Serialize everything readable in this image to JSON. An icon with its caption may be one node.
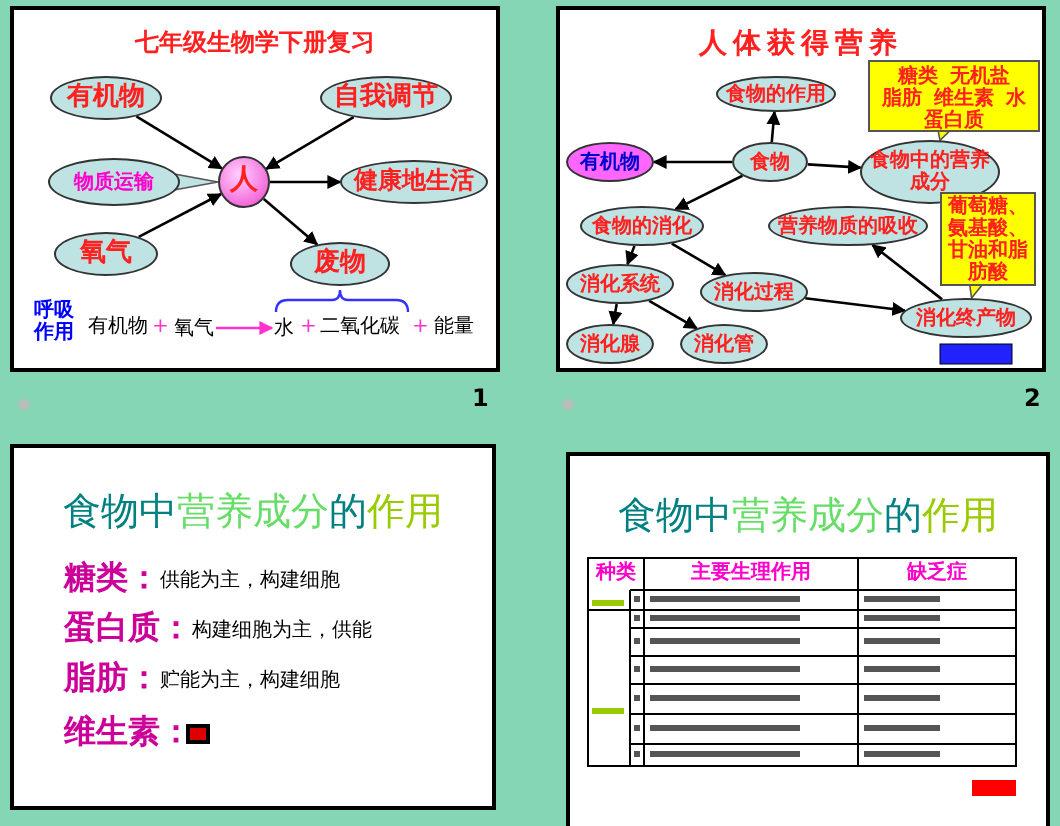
{
  "diagram": {
    "nodes": [
      {
        "text": [
          "七年级生物学下册复习"
        ],
        "beside": [
          "1"
        ]
      },
      {
        "text": [
          "有机物"
        ],
        "in": 0
      },
      {
        "text": [
          "自我调节"
        ],
        "in": 0
      },
      {
        "text": [
          "物质运输"
        ],
        "in": 0
      },
      {
        "text": [
          "人"
        ],
        "in": 0
      },
      {
        "text": [
          "健康地生活"
        ],
        "in": 0
      },
      {
        "text": [
          "氧气"
        ],
        "in": 0
      },
      {
        "text": [
          "废物"
        ],
        "in": 0
      },
      {
        "text": [
          "氧气"
        ],
        "in": 0
      },
      {
        "text": [
          "水"
        ],
        "in": 0
      },
      {
        "text": [
          "人体获得营养"
        ],
        "beside": [
          "2"
        ]
      },
      {
        "text": [
          "食物的作用"
        ],
        "in": 10
      },
      {
        "text": [
          "糖类",
          "无机盐",
          "脂肪",
          "维生素",
          "水",
          "蛋白质"
        ],
        "in": 10
      },
      {
        "text": [
          "有机物"
        ],
        "in": 10
      },
      {
        "text": [
          "食物"
        ],
        "in": 10
      },
      {
        "text": [
          "食物中的营养成分"
        ],
        "in": 10
      },
      {
        "text": [
          "食物的消化"
        ],
        "in": 10
      },
      {
        "text": [
          "营养物质的吸收"
        ],
        "in": 10
      },
      {
        "text": [
          "葡萄糖、氨基酸、甘油和脂肪酸"
        ],
        "in": 10
      },
      {
        "text": [
          "消化系统"
        ],
        "in": 10
      },
      {
        "text": [
          "消化过程"
        ],
        "in": 10
      },
      {
        "text": [
          "消化终产物"
        ],
        "in": 10
      },
      {
        "text": [
          "消化腺"
        ],
        "in": 10
      },
      {
        "text": [
          "消化管"
        ],
        "in": 10
      },
      {
        "text": [
          "食物中营养成分的作用"
        ]
      },
      {
        "text": [
          "食物中营养成分的作用"
        ]
      }
    ],
    "edges": [
      {
        "from": 1,
        "to": 4,
        "arrow": "to"
      },
      {
        "from": 2,
        "to": 4,
        "arrow": "to"
      },
      {
        "from": 3,
        "to": 4,
        "arrow": "to"
      },
      {
        "from": 6,
        "to": 4,
        "arrow": "to"
      },
      {
        "from": 4,
        "to": 5,
        "arrow": "to"
      },
      {
        "from": 4,
        "to": 7,
        "arrow": "to"
      },
      {
        "from": 8,
        "to": 9,
        "arrow": "to",
        "color": "#ff33cc"
      },
      {
        "from": 14,
        "to": 11,
        "arrow": "to"
      },
      {
        "from": 14,
        "to": 13,
        "arrow": "to"
      },
      {
        "from": 14,
        "to": 15,
        "arrow": "to"
      },
      {
        "from": 14,
        "to": 16,
        "arrow": "to"
      },
      {
        "from": 12,
        "to": 15,
        "arrow": "to"
      },
      {
        "from": 16,
        "to": 19,
        "arrow": "to"
      },
      {
        "from": 16,
        "to": 20,
        "arrow": "to"
      },
      {
        "from": 19,
        "to": 22,
        "arrow": "to"
      },
      {
        "from": 19,
        "to": 23,
        "arrow": "to"
      },
      {
        "from": 20,
        "to": 21,
        "arrow": "to"
      },
      {
        "from": 21,
        "to": 17,
        "arrow": "to"
      },
      {
        "from": 18,
        "to": 21,
        "arrow": "to"
      }
    ],
    "labels": [
      "呼吸作用",
      "有机物",
      "+",
      "+",
      "二氧化碳",
      "+",
      "能量",
      "糖类：",
      "供能为主，构建细胞",
      "蛋白质：",
      "构建细胞为主，供能",
      "脂肪：",
      "贮能为主，构建细胞",
      "维生素：",
      "种类",
      "主要生理作用",
      "缺乏症"
    ]
  }
}
